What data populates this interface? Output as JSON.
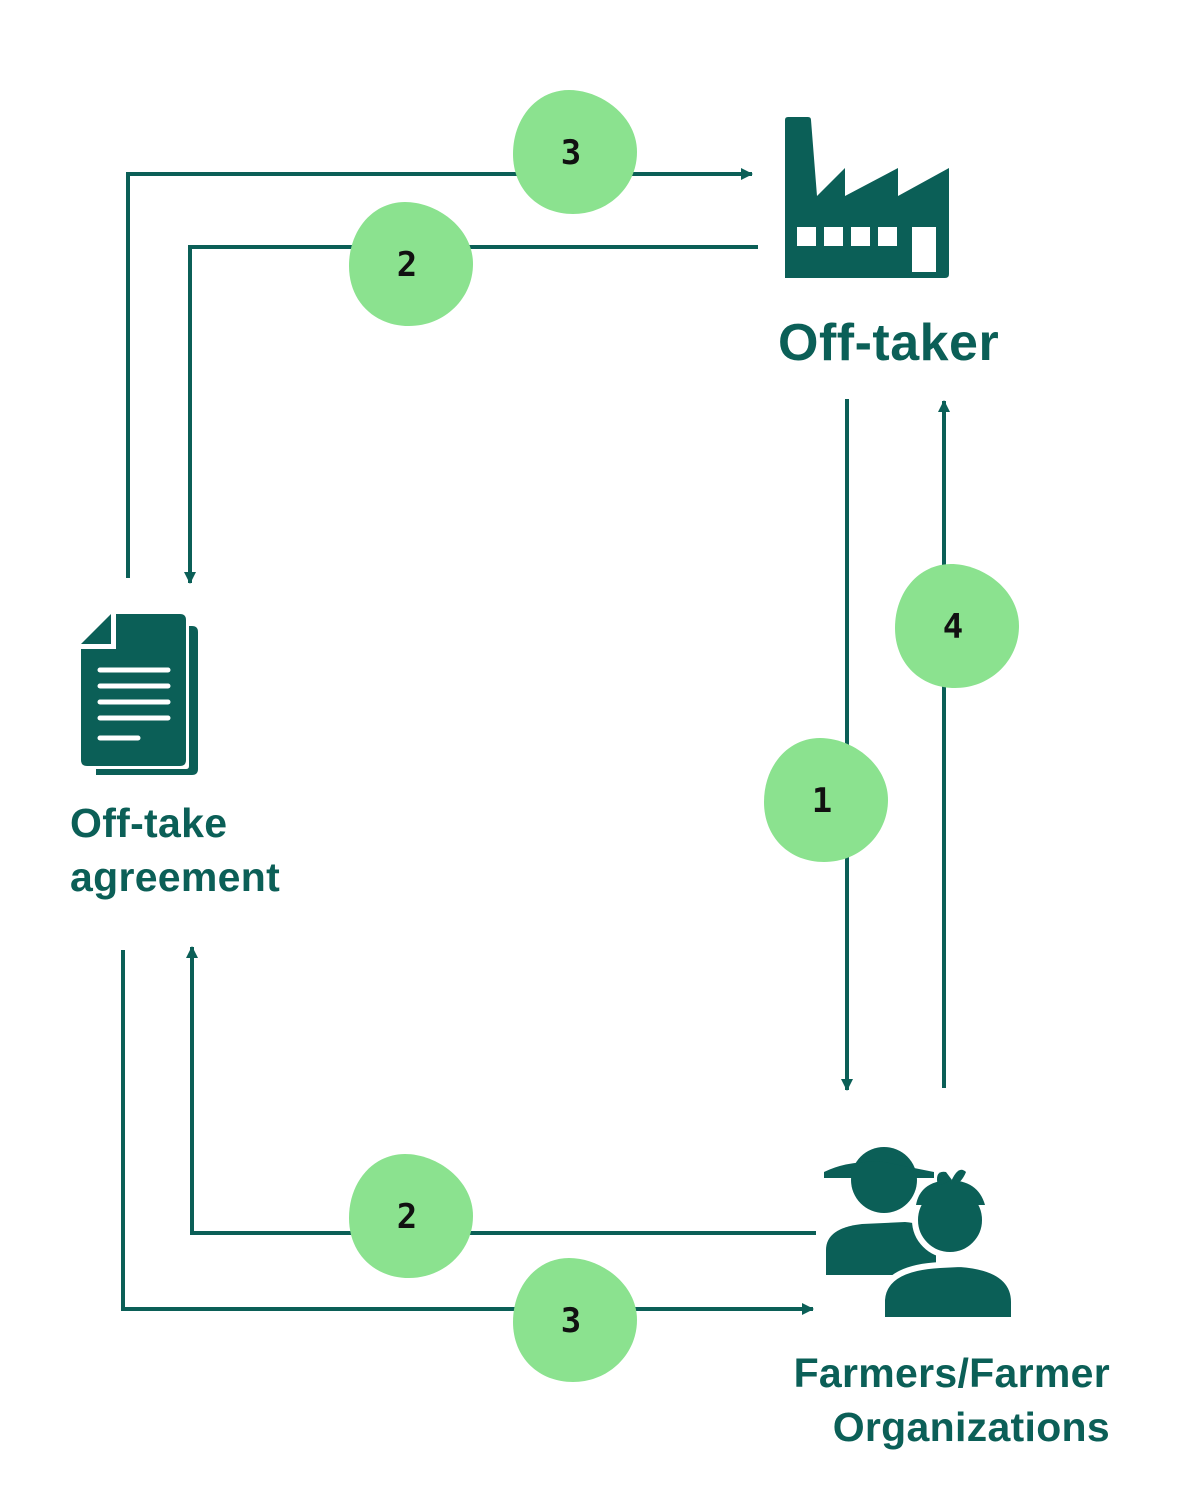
{
  "colors": {
    "primary": "#0b5f57",
    "bubble": "#8be28f",
    "step_text": "#111111",
    "background": "#ffffff"
  },
  "nodes": {
    "offtaker": {
      "label": "Off-taker",
      "icon": "factory-icon"
    },
    "agreement": {
      "label_lines": [
        "Off-take",
        "agreement"
      ],
      "icon": "document-icon"
    },
    "farmers": {
      "label_lines": [
        "Farmers/Farmer",
        "Organizations"
      ],
      "icon": "farmers-group-icon"
    }
  },
  "steps": {
    "top_outer": "3",
    "top_inner": "2",
    "right_up": "4",
    "right_down": "1",
    "bottom_inner": "2",
    "bottom_outer": "3"
  }
}
